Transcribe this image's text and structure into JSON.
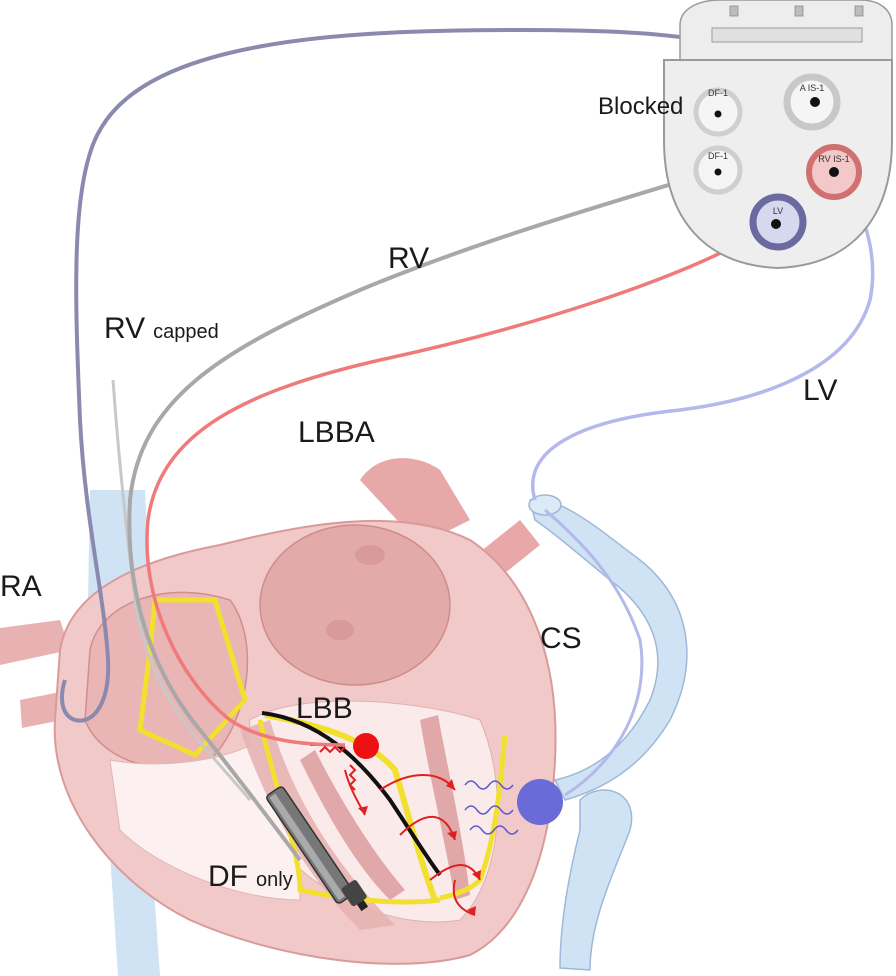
{
  "labels": {
    "blocked": "Blocked",
    "rv": "RV",
    "rv_capped_main": "RV",
    "rv_capped_sub": "capped",
    "lbba": "LBBA",
    "lv": "LV",
    "ra": "RA",
    "cs": "CS",
    "lbb": "LBB",
    "df_main": "DF",
    "df_sub": "only"
  },
  "ports": {
    "df1_top": "DF-1",
    "a_is1": "A IS-1",
    "df1_bottom": "DF-1",
    "rv_is1": "RV IS-1",
    "lv": "LV"
  },
  "colors": {
    "ra_lead": "#8a8aae",
    "rv_lead": "#a8a8a8",
    "lbba_lead": "#f07a7a",
    "lv_lead": "#b4b8ea",
    "heart": "#f2c9c9",
    "conduction": "#f2e030",
    "lbb_dot": "#ee1111",
    "lv_dot": "#6a6ad8",
    "vein": "#cfe3f5"
  }
}
